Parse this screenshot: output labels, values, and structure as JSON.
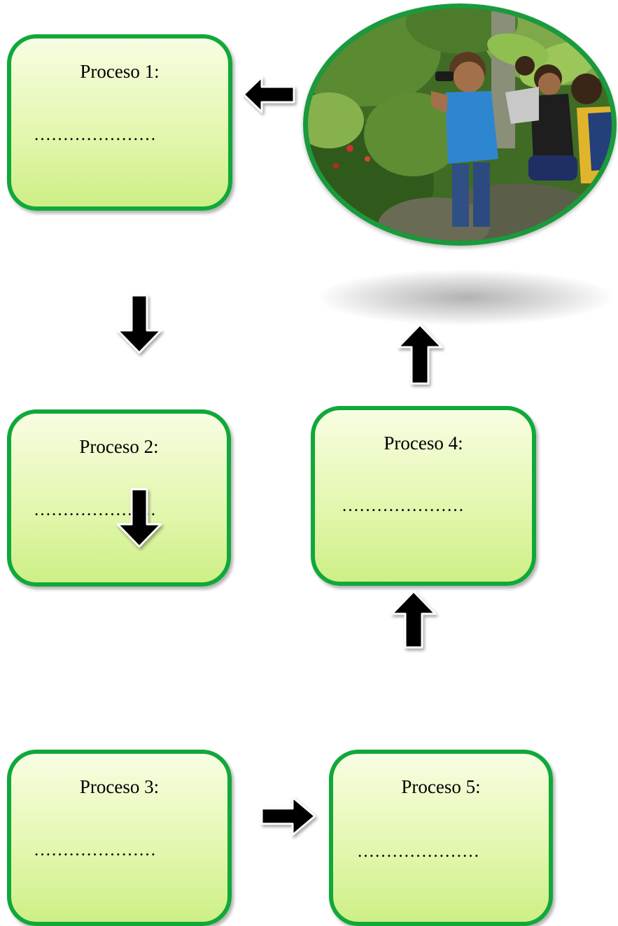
{
  "processes": [
    {
      "id": 1,
      "title": "Proceso 1:",
      "blank": "…………………"
    },
    {
      "id": 2,
      "title": "Proceso 2:",
      "blank": "…………………"
    },
    {
      "id": 3,
      "title": "Proceso 3:",
      "blank": "…………………"
    },
    {
      "id": 4,
      "title": "Proceso 4:",
      "blank": "…………………"
    },
    {
      "id": 5,
      "title": "Proceso 5:",
      "blank": "…………………"
    }
  ],
  "flow": [
    {
      "from": "observation-photo",
      "to": 1,
      "direction": "left"
    },
    {
      "from": 1,
      "to": 2,
      "direction": "down"
    },
    {
      "from": 2,
      "to": 3,
      "direction": "down"
    },
    {
      "from": 3,
      "to": 5,
      "direction": "right"
    },
    {
      "from": 5,
      "to": 4,
      "direction": "up"
    },
    {
      "from": 4,
      "to": "observation-photo",
      "direction": "up"
    }
  ],
  "colors": {
    "box_border": "#11a83a",
    "box_fill_top": "#f7fde2",
    "box_fill_bottom": "#cdef86",
    "arrow": "#000000",
    "photo_border": "#1a9a3c"
  },
  "photo": {
    "subject": "children observing nature with binoculars in a forest",
    "icon": "photo-ellipse"
  }
}
